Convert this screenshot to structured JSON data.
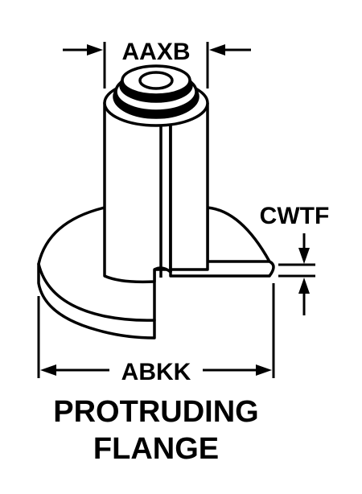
{
  "dimensions": {
    "top_width": "AAXB",
    "flange_thickness": "CWTF",
    "flange_diameter": "ABKK"
  },
  "caption": {
    "line1": "PROTRUDING",
    "line2": "FLANGE"
  }
}
